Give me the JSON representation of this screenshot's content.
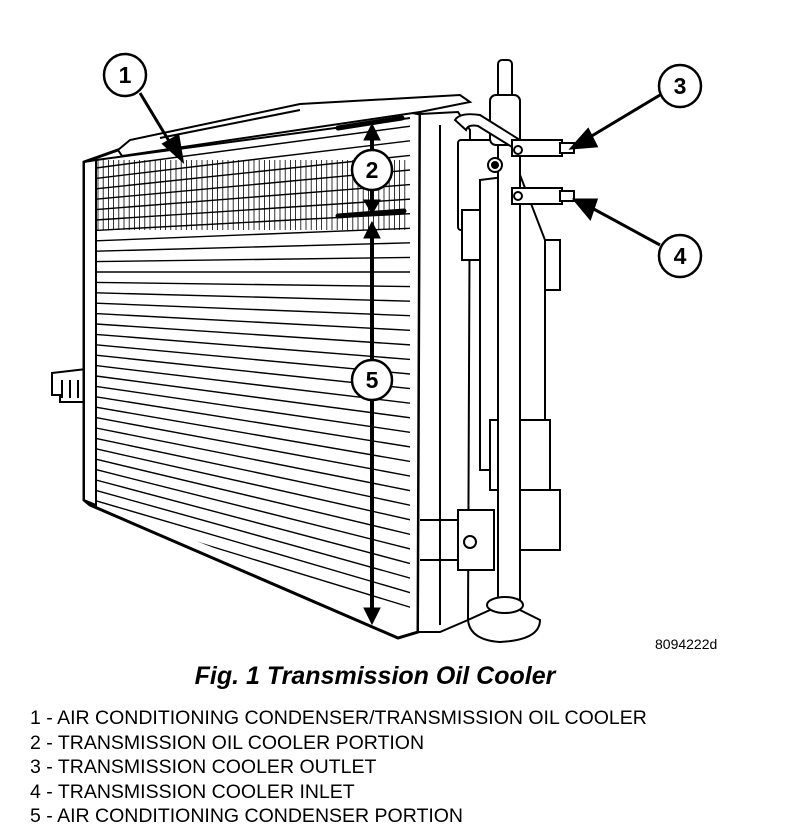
{
  "figure": {
    "code": "8094222d",
    "caption": "Fig. 1 Transmission Oil Cooler",
    "callouts": [
      "1",
      "2",
      "3",
      "4",
      "5"
    ]
  },
  "legend": {
    "items": [
      "1 - AIR CONDITIONING CONDENSER/TRANSMISSION OIL COOLER",
      "2 - TRANSMISSION OIL COOLER PORTION",
      "3 - TRANSMISSION COOLER OUTLET",
      "4 - TRANSMISSION COOLER INLET",
      "5 - AIR CONDITIONING CONDENSER PORTION"
    ]
  }
}
